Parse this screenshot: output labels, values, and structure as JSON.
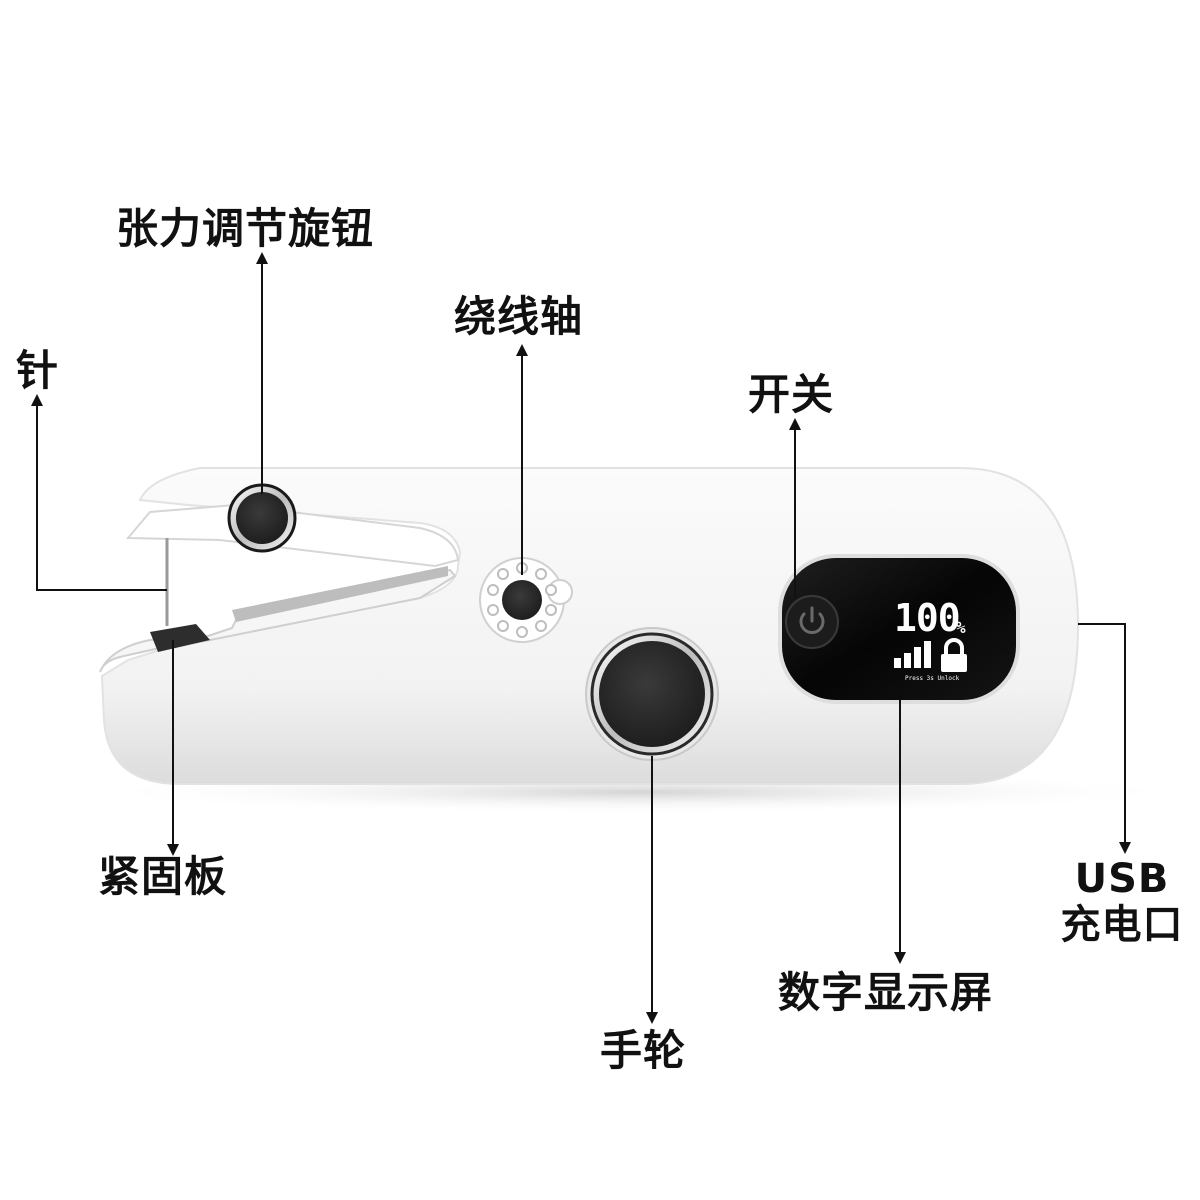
{
  "labels": {
    "tension_knob": "张力调节旋钮",
    "bobbin_winder": "绕线轴",
    "needle": "针",
    "power_switch": "开关",
    "clamp_plate": "紧固板",
    "usb_line1": "USB",
    "usb_line2": "充电口",
    "display_screen": "数字显示屏",
    "handwheel": "手轮"
  },
  "display": {
    "battery_value": "100",
    "battery_unit": "%",
    "unlock_hint": "Press 3s Unlock",
    "battery_level": 1.0
  },
  "colors": {
    "body": "#f4f4f4",
    "knob": "#2b2b2b",
    "screen": "#0a0a0a",
    "text": "#111111"
  },
  "icons": [
    "power-icon",
    "signal-bars-icon",
    "lock-icon"
  ]
}
